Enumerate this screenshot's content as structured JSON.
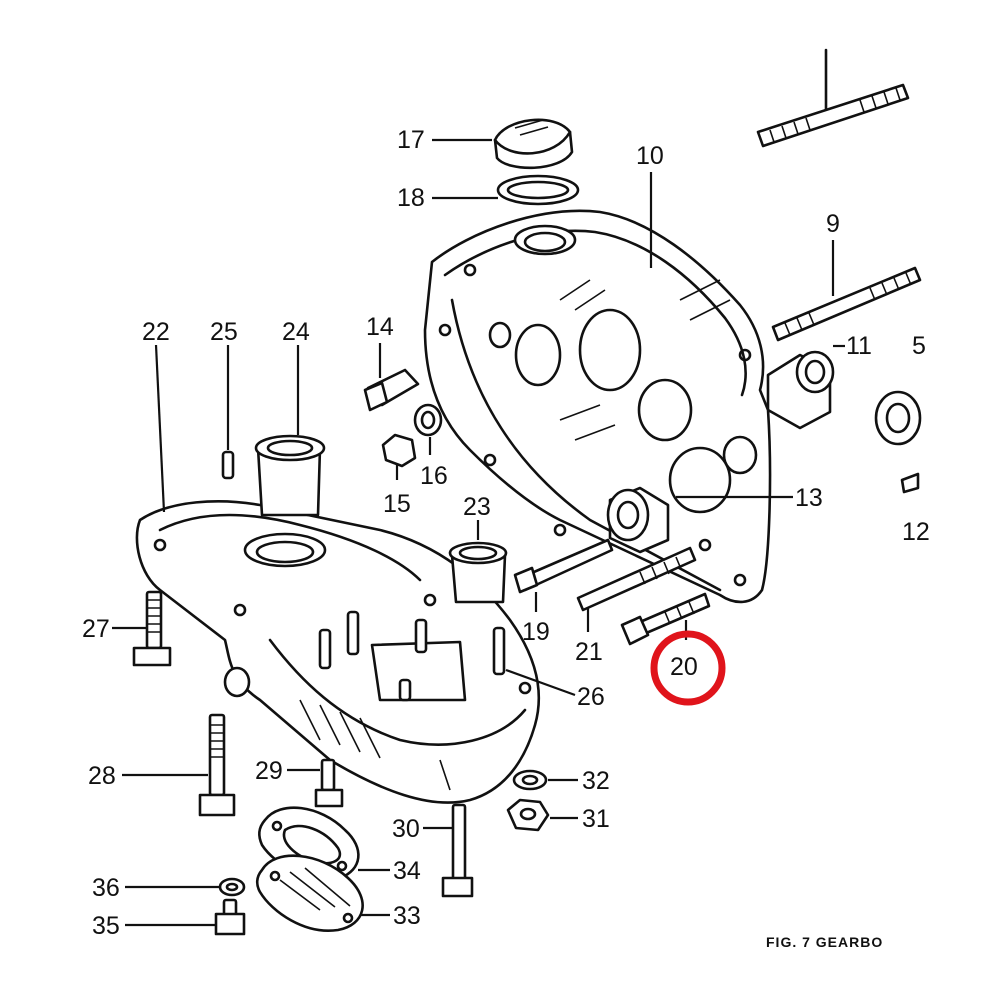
{
  "diagram": {
    "caption": "FIG. 7  GEARBO",
    "highlight_color": "#e0141b",
    "highlighted_part": "20",
    "labels": {
      "p9": "9",
      "p10": "10",
      "p11": "11",
      "p12": "12",
      "p13": "13",
      "p14": "14",
      "p15": "15",
      "p16": "16",
      "p17": "17",
      "p18": "18",
      "p19": "19",
      "p20": "20",
      "p21": "21",
      "p22": "22",
      "p23": "23",
      "p24": "24",
      "p25": "25",
      "p26": "26",
      "p27": "27",
      "p28": "28",
      "p29": "29",
      "p30": "30",
      "p31": "31",
      "p32": "32",
      "p33": "33",
      "p34": "34",
      "p35": "35",
      "p36": "36",
      "p_edge": "5"
    }
  }
}
